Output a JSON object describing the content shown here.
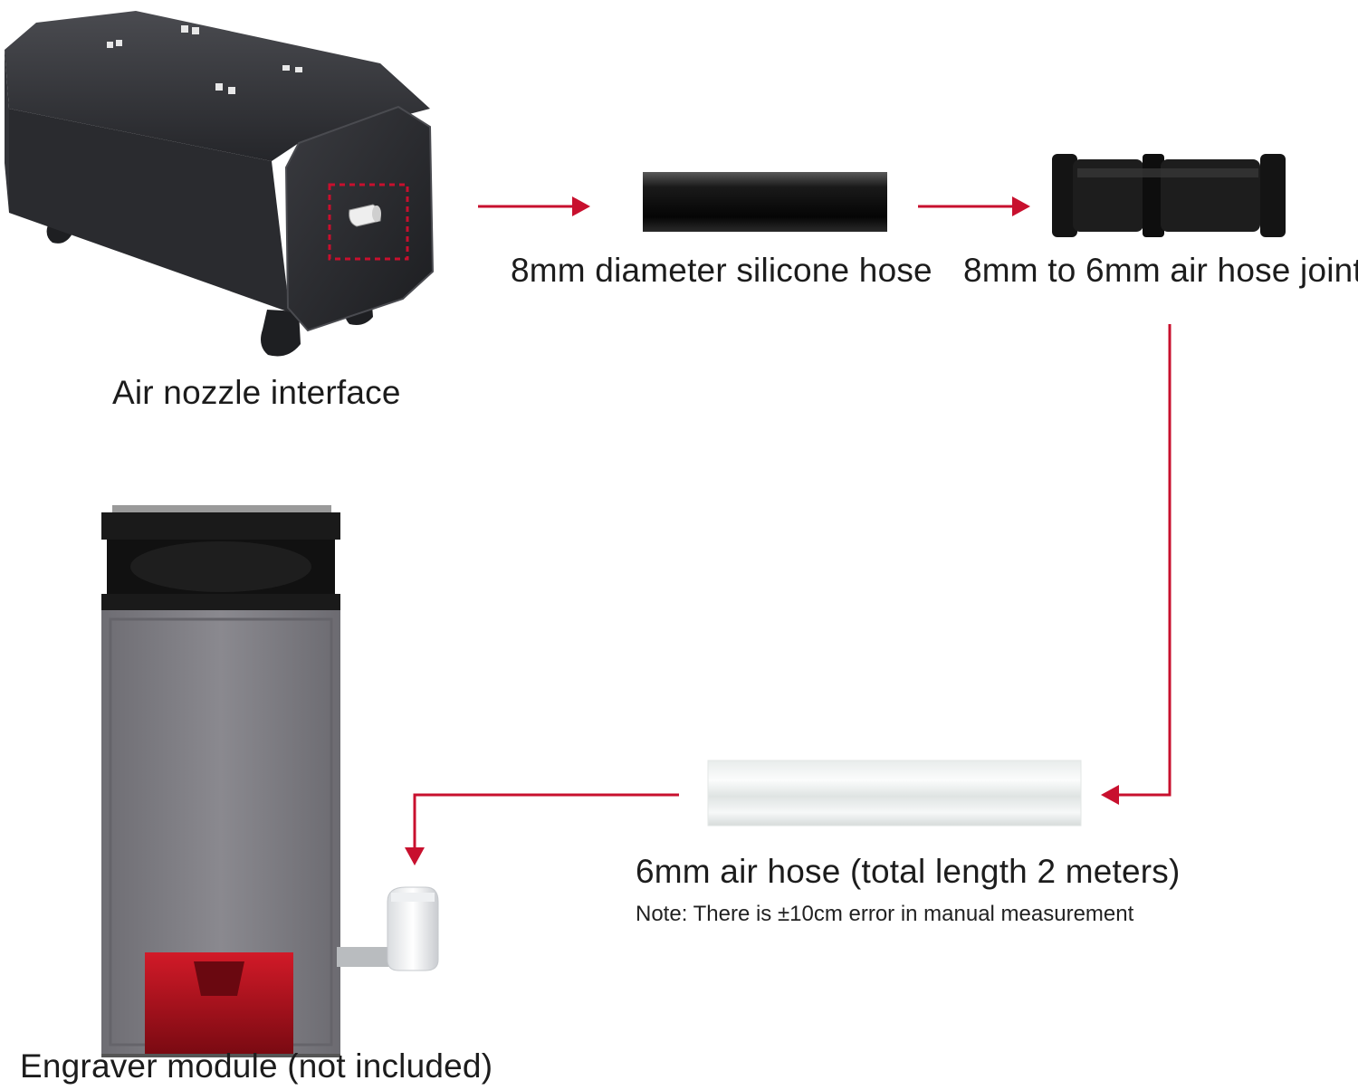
{
  "labels": {
    "air_nozzle": "Air nozzle interface",
    "silicone_hose": "8mm diameter silicone hose",
    "joint": "8mm to 6mm air hose joint",
    "air_hose": "6mm air hose (total length 2 meters)",
    "note": "Note: There is ±10cm error in manual measurement",
    "engraver": "Engraver module (not included)"
  },
  "colors": {
    "arrow": "#c8102e",
    "pump_body": "#2b2c30",
    "engraver_body": "#7d7c82",
    "laser_window": "#b0101c",
    "text": "#1c1c1c"
  },
  "icons": [
    "air-pump-image",
    "silicone-hose-image",
    "hose-joint-image",
    "clear-air-hose-image",
    "engraver-module-image"
  ]
}
